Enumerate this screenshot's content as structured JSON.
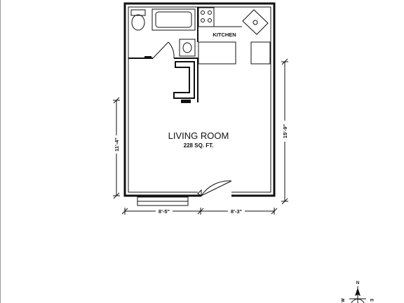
{
  "rooms": {
    "living_room": {
      "name": "LIVING ROOM",
      "area": "228 SQ. FT."
    },
    "kitchen": {
      "name": "KITCHEN"
    }
  },
  "dimensions": {
    "bottom_left": "8'-5\"",
    "bottom_right": "8'-3\"",
    "left_height": "11'-4\"",
    "right_height": "15'-9\""
  },
  "compass": {
    "north": "N",
    "east": "E",
    "west": "W"
  },
  "colors": {
    "wall": "#111111",
    "background": "#ffffff"
  }
}
